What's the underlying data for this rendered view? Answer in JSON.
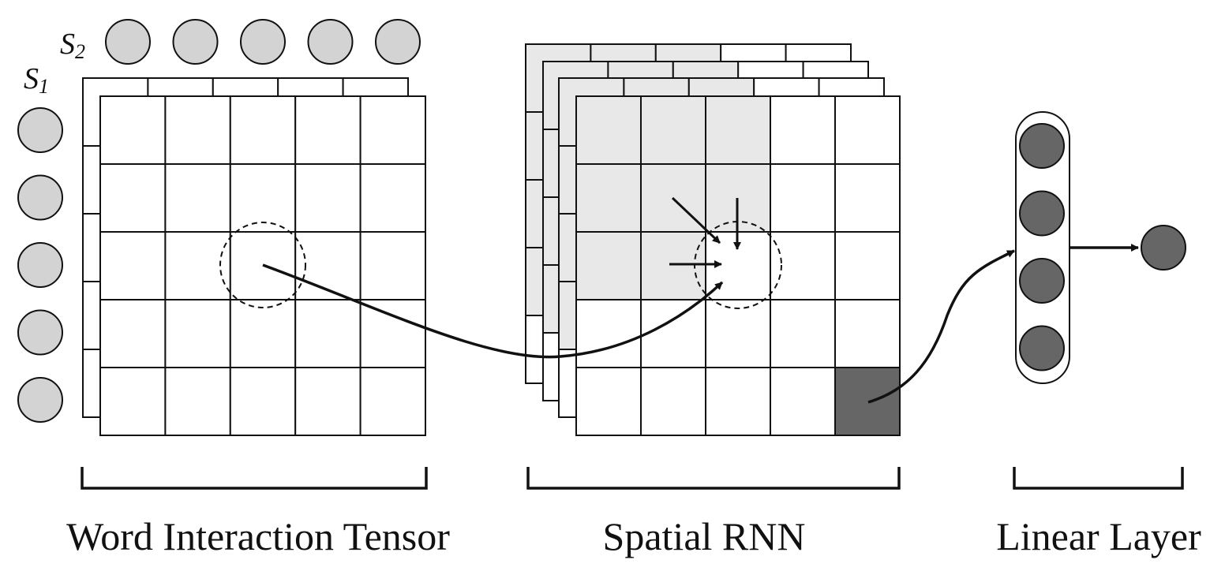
{
  "sequences": {
    "s1": {
      "letter": "S",
      "subscript": "1",
      "node_count": 5
    },
    "s2": {
      "letter": "S",
      "subscript": "2",
      "node_count": 5
    }
  },
  "labels": {
    "tensor": "Word Interaction Tensor",
    "rnn": "Spatial RNN",
    "linear": "Linear Layer"
  },
  "grid": {
    "rows": 5,
    "cols": 5
  },
  "linear_layer": {
    "node_count": 4,
    "output_count": 1
  },
  "colors": {
    "input_node": "#d3d3d3",
    "hidden_node": "#666666",
    "shaded_cell": "#e8e8e8",
    "final_cell": "#666666",
    "line": "#111111"
  }
}
